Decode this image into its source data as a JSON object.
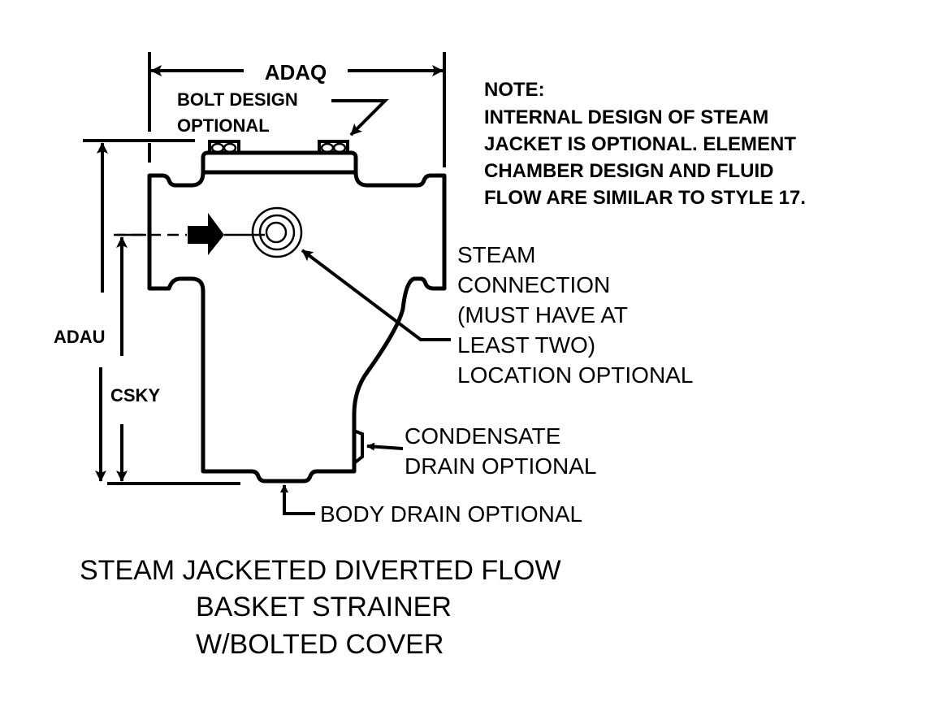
{
  "figure": {
    "title_lines": [
      "STEAM JACKETED DIVERTED FLOW",
      "BASKET STRAINER",
      "W/BOLTED COVER"
    ],
    "dimensions": {
      "width_label": "ADAQ",
      "overall_height_label": "ADAU",
      "inlet_height_label": "CSKY"
    },
    "callouts": {
      "bolt_design": [
        "BOLT DESIGN",
        "OPTIONAL"
      ],
      "steam_connection": [
        "STEAM",
        "CONNECTION",
        "(MUST HAVE AT",
        "LEAST TWO)",
        "LOCATION OPTIONAL"
      ],
      "condensate_drain": [
        "CONDENSATE",
        "DRAIN OPTIONAL"
      ],
      "body_drain": "BODY DRAIN OPTIONAL"
    },
    "note": {
      "heading": "NOTE:",
      "lines": [
        "INTERNAL DESIGN OF STEAM",
        "JACKET IS OPTIONAL.  ELEMENT",
        "CHAMBER DESIGN AND FLUID",
        "FLOW ARE SIMILAR TO STYLE 17."
      ]
    },
    "colors": {
      "ink": "#000000",
      "paper": "#ffffff"
    }
  }
}
